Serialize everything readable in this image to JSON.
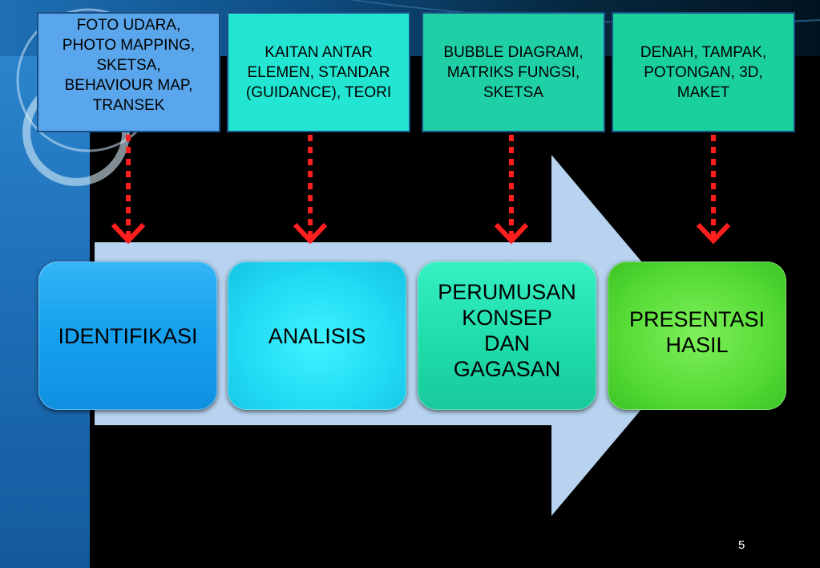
{
  "top_boxes": [
    {
      "text": "FOTO UDARA,\nPHOTO MAPPING,\nSKETSA,\nBEHAVIOUR MAP,\nTRANSEK"
    },
    {
      "text": "KAITAN ANTAR\nELEMEN, STANDAR\n(GUIDANCE), TEORI"
    },
    {
      "text": "BUBBLE DIAGRAM,\nMATRIKS FUNGSI,\nSKETSA"
    },
    {
      "text": "DENAH, TAMPAK,\nPOTONGAN, 3D,\nMAKET"
    }
  ],
  "stages": [
    {
      "text": "IDENTIFIKASI"
    },
    {
      "text": "ANALISIS"
    },
    {
      "text": "PERUMUSAN\nKONSEP\nDAN\nGAGASAN"
    },
    {
      "text": "PRESENTASI\nHASIL"
    }
  ],
  "connector_color": "#ff1f1f",
  "big_arrow_color": "#b7d3ef",
  "page_number": "5"
}
